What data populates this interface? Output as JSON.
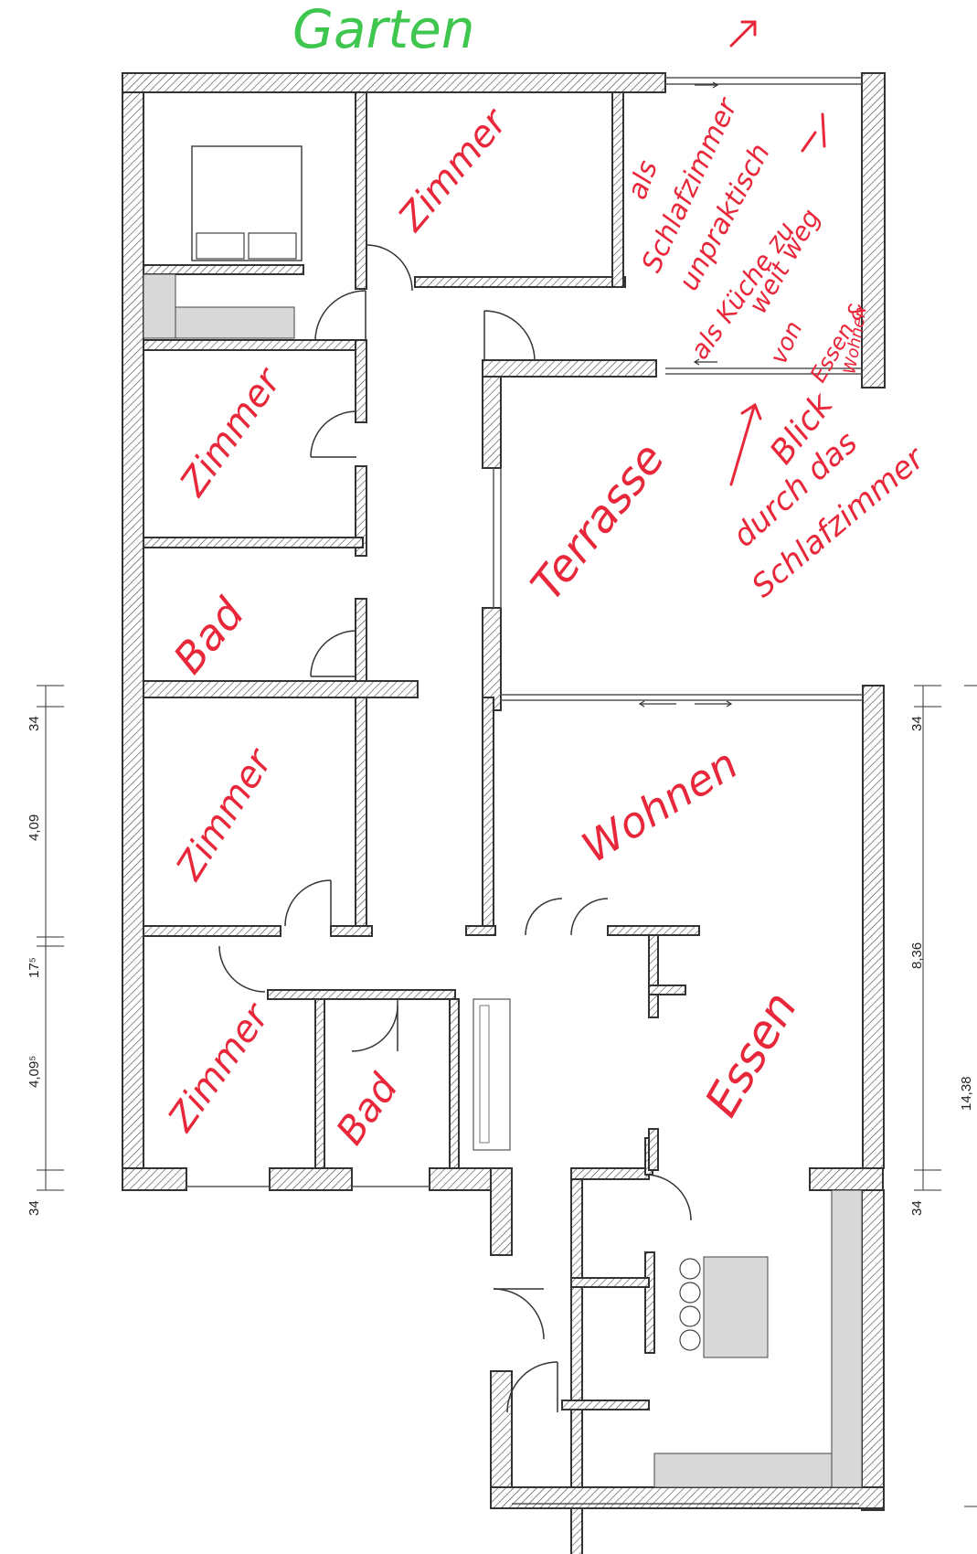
{
  "title": "Garten",
  "annotations": {
    "room_tl_upper": "Zimmer",
    "room_tl_mid": "Zimmer",
    "bad_upper": "Bad",
    "room_mid": "Zimmer",
    "room_low": "Zimmer",
    "bad_low": "Bad",
    "terrasse": "Terrasse",
    "wohnen": "Wohnen",
    "essen": "Essen",
    "note_top_right": [
      "als",
      "Schlafzimmer",
      "unpraktisch",
      "als Küche zu",
      "weit weg",
      "von",
      "Essen &",
      "Wohnen"
    ],
    "note_blick": [
      "Blick",
      "durch das",
      "Schlafzimmer"
    ]
  },
  "dimensions": {
    "left": [
      "34",
      "4,09",
      "17⁵",
      "4,09⁵",
      "34"
    ],
    "right": [
      "34",
      "8,36",
      "34"
    ],
    "right_partial": "14,38"
  },
  "colors": {
    "wall": "#333333",
    "annotation_red": "#e8283a",
    "annotation_green": "#3ec64f",
    "furniture_fill": "#d9d9d9"
  }
}
